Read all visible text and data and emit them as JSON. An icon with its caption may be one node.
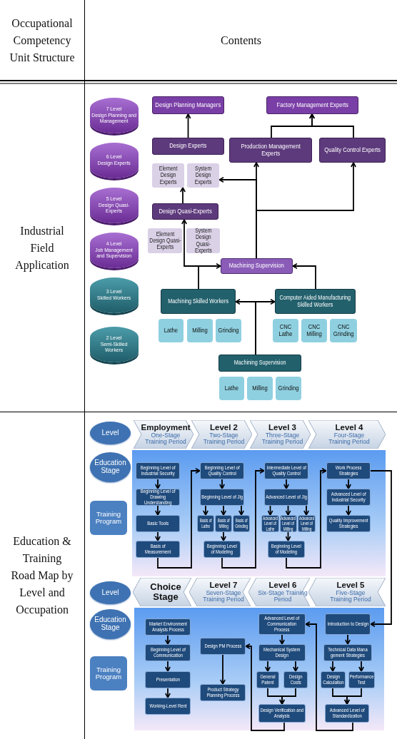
{
  "diagram": {
    "nodes": [
      {
        "text": [
          "7 Level",
          "Design Planning and Management"
        ]
      },
      {
        "text": [
          "6 Level",
          "Design Experts"
        ]
      },
      {
        "text": [
          "5 Level",
          "Design Quasi-Experts"
        ]
      },
      {
        "text": [
          "4 Level",
          "Job Management and Supervision"
        ]
      },
      {
        "text": [
          "3 Level",
          "Skilled Workers"
        ]
      },
      {
        "text": [
          "2 Level",
          "Semi-Skilled Workers"
        ]
      },
      {
        "text": [
          "Design Planning  Managers"
        ]
      },
      {
        "text": [
          "Factory Management Experts"
        ]
      },
      {
        "text": [
          "Design Experts"
        ]
      },
      {
        "text": [
          "Production Management Experts"
        ]
      },
      {
        "text": [
          "Quality Control Experts"
        ]
      },
      {
        "text": [
          "Element Design Experts"
        ]
      },
      {
        "text": [
          "System Design Experts"
        ]
      },
      {
        "text": [
          "Design Quasi-Experts"
        ]
      },
      {
        "text": [
          "Element Design Quasi-Experts"
        ]
      },
      {
        "text": [
          "System Design Quasi-Experts"
        ]
      },
      {
        "text": [
          "Machining Supervision"
        ]
      },
      {
        "text": [
          "Machining  Skilled Workers"
        ]
      },
      {
        "text": [
          "Computer Aided Manufacturing Skilled Workers"
        ]
      },
      {
        "text": [
          "Lathe"
        ]
      },
      {
        "text": [
          "Milling"
        ]
      },
      {
        "text": [
          "Grinding"
        ]
      },
      {
        "text": [
          "CNC Lathe"
        ]
      },
      {
        "text": [
          "CNC Milling"
        ]
      },
      {
        "text": [
          "CNC Grinding"
        ]
      },
      {
        "text": [
          "Machining  Supervision"
        ]
      },
      {
        "text": [
          "Lathe"
        ]
      },
      {
        "text": [
          "Milling"
        ]
      },
      {
        "text": [
          "Grinding"
        ]
      },
      {
        "text": [
          "Level"
        ]
      },
      {
        "text": [
          "Employment",
          "One-Stage Training Period"
        ]
      },
      {
        "text": [
          "Level 2",
          "Two-Stage Training Period"
        ]
      },
      {
        "text": [
          "Level 3",
          "Three-Stage Training Period"
        ]
      },
      {
        "text": [
          "Level 4",
          "Four-Stage Training Period"
        ]
      },
      {
        "text": [
          "Education Stage"
        ]
      },
      {
        "text": [
          "Training Program"
        ]
      },
      {
        "text": [
          "Beginning Level of Industrial Security"
        ]
      },
      {
        "text": [
          "Beginning Level of Drawing Understanding"
        ]
      },
      {
        "text": [
          "Basic Tools"
        ]
      },
      {
        "text": [
          "Basis of Measurement"
        ]
      },
      {
        "text": [
          "Beginning Level of Quality Control"
        ]
      },
      {
        "text": [
          "Beginning Level of Jig"
        ]
      },
      {
        "text": [
          "Basis of Lathe"
        ]
      },
      {
        "text": [
          "Basis of Milling"
        ]
      },
      {
        "text": [
          "Basis of Grinding"
        ]
      },
      {
        "text": [
          "Beginning Level of Modeling"
        ]
      },
      {
        "text": [
          "Intermediate Level of Quality Control"
        ]
      },
      {
        "text": [
          "Advanced Level of Jig"
        ]
      },
      {
        "text": [
          "Advanced Level of Lathe"
        ]
      },
      {
        "text": [
          "Advanced Level of Milling"
        ]
      },
      {
        "text": [
          "Advanced Level of Milling"
        ]
      },
      {
        "text": [
          "Beginning Level of Modeling"
        ]
      },
      {
        "text": [
          "Work Process Strategies"
        ]
      },
      {
        "text": [
          "Advanced Level of Industrial Security"
        ]
      },
      {
        "text": [
          "Quality Improvement Strategies"
        ]
      },
      {
        "text": [
          "Level"
        ]
      },
      {
        "text": [
          "Choice Stage"
        ]
      },
      {
        "text": [
          "Level 7",
          "Seven-Stage Training Period"
        ]
      },
      {
        "text": [
          "Level 6",
          "Six-Stage Training Period"
        ]
      },
      {
        "text": [
          "Level 5",
          "Five-Stage Training Period"
        ]
      },
      {
        "text": [
          "Education Stage"
        ]
      },
      {
        "text": [
          "Training Program"
        ]
      },
      {
        "text": [
          "Market Environment Analysis Process"
        ]
      },
      {
        "text": [
          "Beginning Level of Communication"
        ]
      },
      {
        "text": [
          "Presentation"
        ]
      },
      {
        "text": [
          "Working-Level Rent"
        ]
      },
      {
        "text": [
          "Design PM Process"
        ]
      },
      {
        "text": [
          "Product Strategy Planning Process"
        ]
      },
      {
        "text": [
          "Advanced Level of Communication Process"
        ]
      },
      {
        "text": [
          "Mechanical System Design"
        ]
      },
      {
        "text": [
          "General Patent"
        ]
      },
      {
        "text": [
          "Design Costs"
        ]
      },
      {
        "text": [
          "Design Verification and Analysis"
        ]
      },
      {
        "text": [
          "Introduction to Design"
        ]
      },
      {
        "text": [
          "Technical Data Mana gement Strategies"
        ]
      },
      {
        "text": [
          "Design Calculation"
        ]
      },
      {
        "text": [
          "Performance Test"
        ]
      },
      {
        "text": [
          "Advanced Level of Standardization"
        ]
      }
    ],
    "edges": [
      {
        "from": 8,
        "to": 6,
        "arrow": "to"
      },
      {
        "from": 9,
        "to": 7,
        "arrow": "to"
      },
      {
        "from": 10,
        "to": 7,
        "arrow": "to"
      },
      {
        "from": 13,
        "to": 11,
        "arrow": "to"
      },
      {
        "from": 16,
        "to": 12,
        "arrow": "to"
      },
      {
        "from": 16,
        "to": 9,
        "arrow": "to"
      },
      {
        "from": 16,
        "to": 10,
        "arrow": "to"
      },
      {
        "from": 16,
        "to": 13,
        "arrow": "to"
      },
      {
        "from": 17,
        "to": 16,
        "arrow": "to"
      },
      {
        "from": 18,
        "to": 16,
        "arrow": "to"
      },
      {
        "from": 25,
        "to": 17,
        "arrow": "to"
      },
      {
        "from": 25,
        "to": 18,
        "arrow": "to"
      },
      {
        "from": 36,
        "to": 37,
        "arrow": "to"
      },
      {
        "from": 37,
        "to": 38,
        "arrow": "to"
      },
      {
        "from": 38,
        "to": 39,
        "arrow": "to"
      },
      {
        "from": 39,
        "to": 40,
        "arrow": "to"
      },
      {
        "from": 40,
        "to": 41,
        "arrow": "to"
      },
      {
        "from": 41,
        "to": 42,
        "arrow": "to"
      },
      {
        "from": 41,
        "to": 43,
        "arrow": "to"
      },
      {
        "from": 41,
        "to": 44,
        "arrow": "to"
      },
      {
        "from": 43,
        "to": 45,
        "arrow": "to"
      },
      {
        "from": 45,
        "to": 46,
        "arrow": "to"
      },
      {
        "from": 46,
        "to": 47,
        "arrow": "to"
      },
      {
        "from": 47,
        "to": 48,
        "arrow": "to"
      },
      {
        "from": 47,
        "to": 49,
        "arrow": "to"
      },
      {
        "from": 47,
        "to": 50,
        "arrow": "to"
      },
      {
        "from": 49,
        "to": 51,
        "arrow": "to"
      },
      {
        "from": 51,
        "to": 52,
        "arrow": "to"
      },
      {
        "from": 52,
        "to": 53,
        "arrow": "to"
      },
      {
        "from": 53,
        "to": 54,
        "arrow": "to"
      },
      {
        "from": 52,
        "to": 73,
        "arrow": "to"
      },
      {
        "from": 62,
        "to": 63,
        "arrow": "to"
      },
      {
        "from": 63,
        "to": 64,
        "arrow": "to"
      },
      {
        "from": 64,
        "to": 65,
        "arrow": "to"
      },
      {
        "from": 66,
        "to": 67,
        "arrow": "to"
      },
      {
        "from": 68,
        "to": 69,
        "arrow": "to"
      },
      {
        "from": 69,
        "to": 70,
        "arrow": "to"
      },
      {
        "from": 69,
        "to": 71,
        "arrow": "to"
      },
      {
        "from": 70,
        "to": 72,
        "arrow": "to"
      },
      {
        "from": 71,
        "to": 72,
        "arrow": "to"
      },
      {
        "from": 72,
        "to": 66,
        "arrow": "to"
      },
      {
        "from": 73,
        "to": 74,
        "arrow": "to"
      },
      {
        "from": 74,
        "to": 75,
        "arrow": "to"
      },
      {
        "from": 74,
        "to": 76,
        "arrow": "to"
      },
      {
        "from": 75,
        "to": 77,
        "arrow": "to"
      },
      {
        "from": 76,
        "to": 77,
        "arrow": "to"
      },
      {
        "from": 77,
        "to": 68,
        "arrow": "to"
      }
    ],
    "labels": [
      "Occupational Competency Unit Structure",
      "Contents",
      "Industrial Field Application",
      "Education & Training Road Map by Level and Occupation"
    ]
  }
}
